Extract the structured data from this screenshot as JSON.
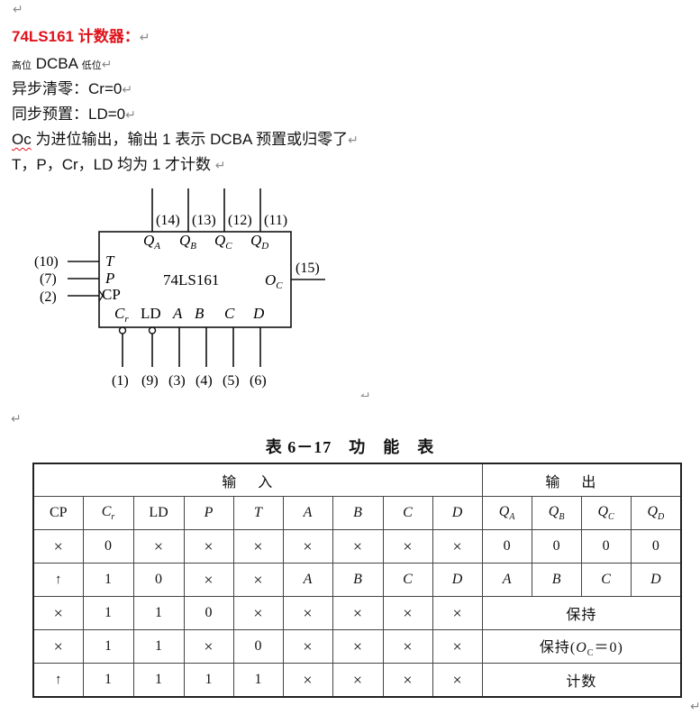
{
  "notes": {
    "return_mark": "↵",
    "title": "74LS161 计数器：",
    "order_high": "高位",
    "order_mid": " DCBA ",
    "order_low": "低位",
    "line_clear": "异步清零：Cr=0",
    "line_preset": "同步预置：LD=0",
    "line_carry_oc": "Oc",
    "line_carry_rest": " 为进位输出，输出 1 表示 DCBA 预置或归零了",
    "line_count": "T，P，Cr，LD 均为 1 才计数 "
  },
  "chip": {
    "name": "74LS161",
    "inputs_left": [
      {
        "pin": "(10)",
        "label": "T"
      },
      {
        "pin": "(7)",
        "label": "P"
      },
      {
        "pin": "(2)",
        "label": "CP"
      }
    ],
    "outputs_top": [
      {
        "pin": "(14)",
        "label": "Q",
        "sub": "A"
      },
      {
        "pin": "(13)",
        "label": "Q",
        "sub": "B"
      },
      {
        "pin": "(12)",
        "label": "Q",
        "sub": "C"
      },
      {
        "pin": "(11)",
        "label": "Q",
        "sub": "D"
      }
    ],
    "carry": {
      "pin": "(15)",
      "label": "O",
      "sub": "C"
    },
    "bottom": [
      {
        "pin": "(1)",
        "label": "C",
        "sub": "r"
      },
      {
        "pin": "(9)",
        "label": "LD"
      },
      {
        "pin": "(3)",
        "label": "A"
      },
      {
        "pin": "(4)",
        "label": "B"
      },
      {
        "pin": "(5)",
        "label": "C"
      },
      {
        "pin": "(6)",
        "label": "D"
      }
    ]
  },
  "table": {
    "caption": "表 6－17　功　能　表",
    "group_input": "输入",
    "group_output": "输出",
    "col_cp": "CP",
    "col_cr": "C",
    "col_cr_sub": "r",
    "col_ld": "LD",
    "col_p": "P",
    "col_t": "T",
    "col_a": "A",
    "col_b": "B",
    "col_c": "C",
    "col_d": "D",
    "col_q": "Q",
    "col_qa_sub": "A",
    "col_qb_sub": "B",
    "col_qc_sub": "C",
    "col_qd_sub": "D",
    "x": "×",
    "up": "↑",
    "zero": "0",
    "one": "1",
    "v_a": "A",
    "v_b": "B",
    "v_c": "C",
    "v_d": "D",
    "hold": "保持",
    "hold_oc_pre": "保持(",
    "hold_oc_o": "O",
    "hold_oc_sub": "C",
    "hold_oc_post": "＝0)",
    "count": "计数"
  }
}
